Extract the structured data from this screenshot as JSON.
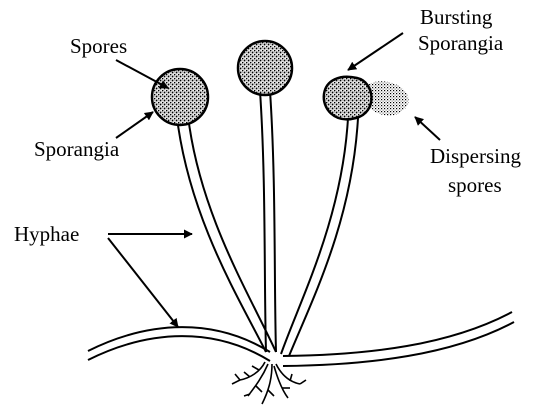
{
  "labels": {
    "spores": "Spores",
    "sporangia": "Sporangia",
    "bursting_line1": "Bursting",
    "bursting_line2": "Sporangia",
    "dispersing_line1": "Dispersing",
    "dispersing_line2": "spores",
    "hyphae": "Hyphae"
  },
  "colors": {
    "ink": "#000000",
    "background": "#ffffff",
    "spore_fill": "#9a9a9a"
  }
}
